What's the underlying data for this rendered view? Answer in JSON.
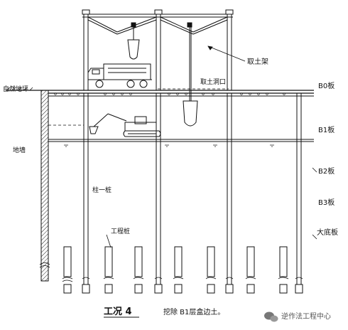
{
  "labels": {
    "frame": "取土架",
    "opening": "取土洞口",
    "ground": "自然地坪",
    "wall": "地墙",
    "column_pile": "柱一桩",
    "eng_pile": "工程桩",
    "b0": "B0板",
    "b1": "B1板",
    "b2": "B2板",
    "b3": "B3板",
    "base": "大底板"
  },
  "caption": {
    "stage": "工况 4",
    "desc": "挖除 B1层盒边土。"
  },
  "watermark": "逆作法工程中心",
  "colors": {
    "line": "#111111",
    "wall_hatch": "#222222",
    "background": "#ffffff"
  }
}
